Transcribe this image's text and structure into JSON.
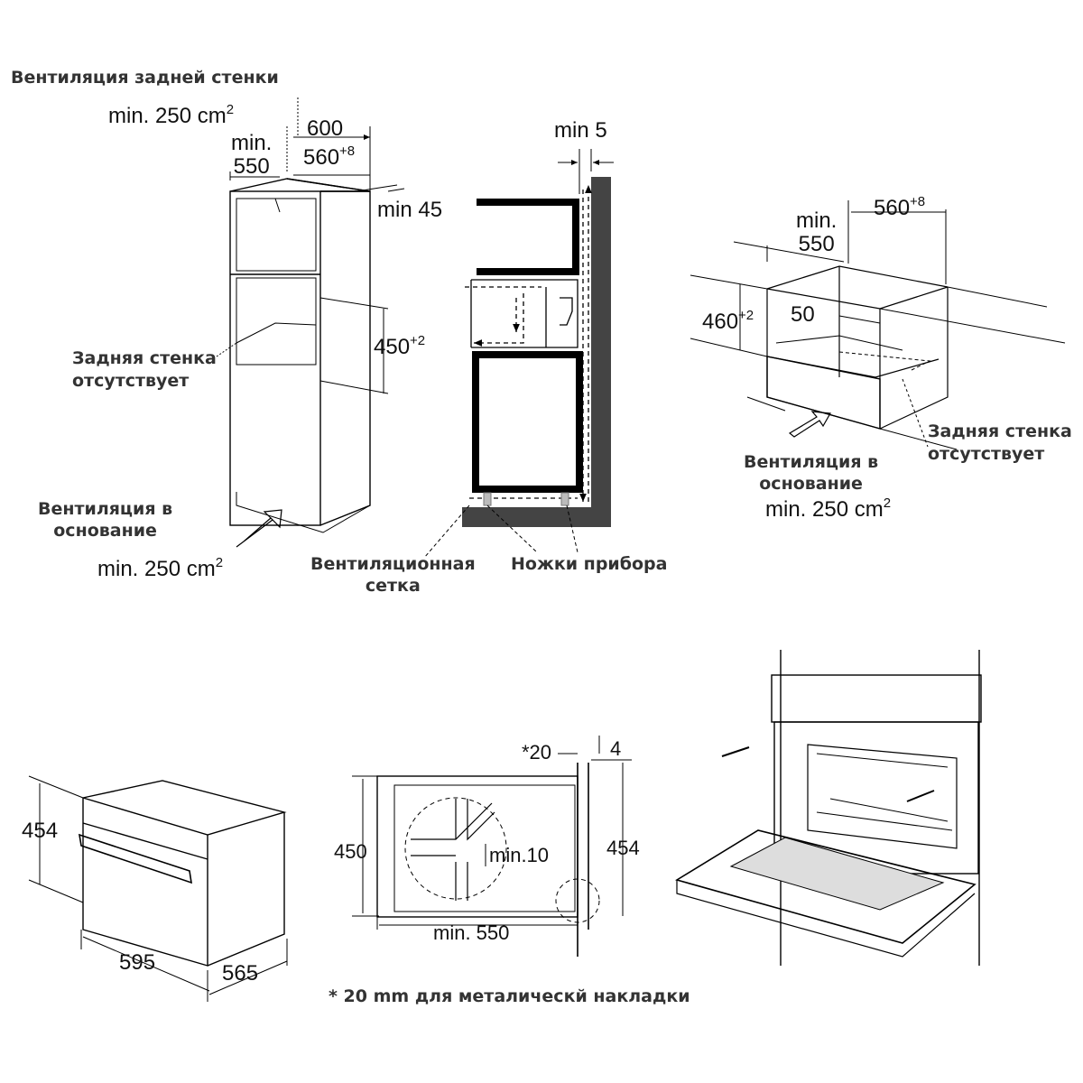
{
  "diagram_1": {
    "rear_vent_title": "Вентиляция задней стенки",
    "rear_vent_area": "min. 250 cm",
    "rear_vent_area_sup": "2",
    "depth_min_line1": "min.",
    "depth_min_line2": "550",
    "width_600": "600",
    "niche_width": "560",
    "niche_width_sup": "+8",
    "gap_min45": "min 45",
    "niche_height": "450",
    "niche_height_sup": "+2",
    "no_back_wall_line1": "Задняя стенка",
    "no_back_wall_line2": "отсутствует",
    "base_vent_line1": "Вентиляция в",
    "base_vent_line2": "основание",
    "base_vent_area": "min. 250 cm",
    "base_vent_area_sup": "2"
  },
  "diagram_2": {
    "gap_min5": "min 5",
    "vent_grid_line1": "Вентиляционная",
    "vent_grid_line2": "сетка",
    "appliance_feet": "Ножки прибора"
  },
  "diagram_3": {
    "depth_min_line1": "min.",
    "depth_min_line2": "550",
    "niche_width": "560",
    "niche_width_sup": "+8",
    "height_460": "460",
    "height_460_sup": "+2",
    "gap_50": "50",
    "base_vent_line1": "Вентиляция в",
    "base_vent_line2": "основание",
    "base_vent_area": "min. 250 cm",
    "base_vent_area_sup": "2",
    "no_back_wall_line1": "Задняя стенка",
    "no_back_wall_line2": "отсутствует"
  },
  "diagram_4": {
    "height": "454",
    "width": "595",
    "depth": "565"
  },
  "diagram_5": {
    "star20": "*20",
    "gap4": "4",
    "height450": "450",
    "height454": "454",
    "min10": "min.10",
    "min550": "min. 550"
  },
  "footnote": "* 20 mm для металическй накладки"
}
